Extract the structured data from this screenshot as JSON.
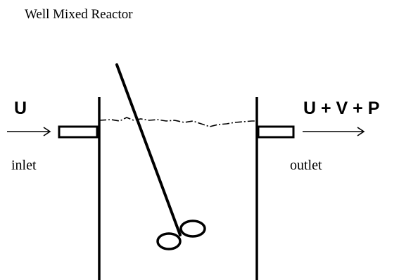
{
  "title": "Well Mixed Reactor",
  "inlet": {
    "stream": "U",
    "label": "inlet"
  },
  "outlet": {
    "stream": "U + V + P",
    "label": "outlet"
  },
  "colors": {
    "line": "#000000",
    "background": "#ffffff"
  }
}
